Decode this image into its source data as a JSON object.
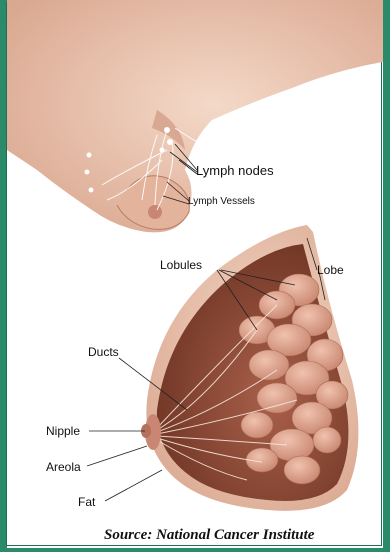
{
  "labels": {
    "lymph_nodes": "Lymph nodes",
    "lymph_vessels": "Lymph Vessels",
    "lobules": "Lobules",
    "lobe": "Lobe",
    "ducts": "Ducts",
    "nipple": "Nipple",
    "areola": "Areola",
    "fat": "Fat"
  },
  "source": "Source: National Cancer Institute",
  "colors": {
    "frame_green": "#2a8a6a",
    "skin": "#e9c3ae",
    "tissue_dark": "#8f4c39",
    "lobule": "#d9a08c",
    "lymph": "#ffffff"
  }
}
